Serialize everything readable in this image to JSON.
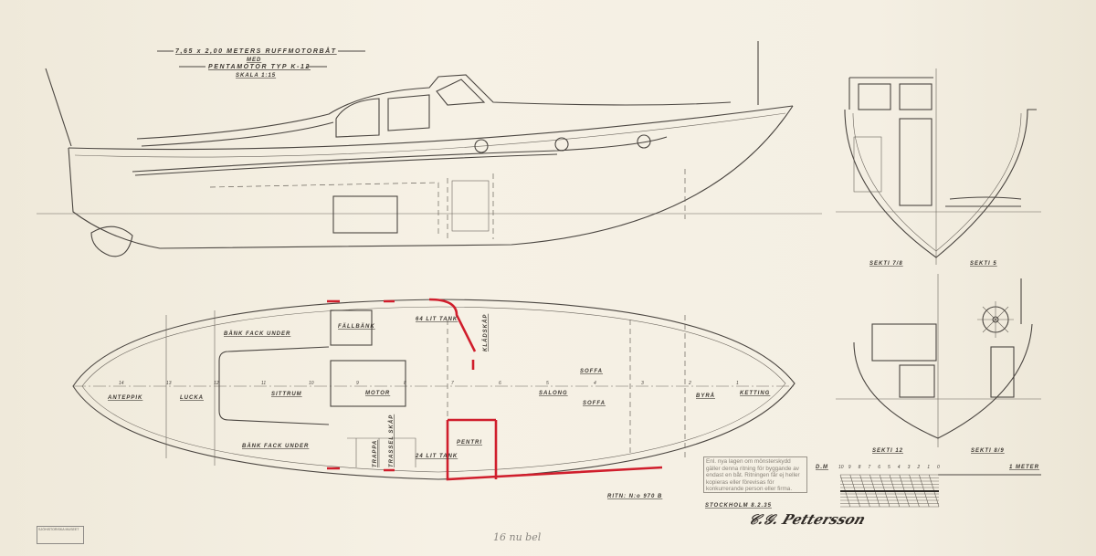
{
  "title": {
    "line1": "7,65 x 2,00 METERS RUFFMOTORBÅT",
    "line2": "MED",
    "line3": "PENTAMOTOR TYP K-12",
    "line4": "SKALA 1:15"
  },
  "plan_labels": {
    "ankarpik": "ANTEPPIK",
    "lucka": "LUCKA",
    "bank_upper": "BÄNK FACK UNDER",
    "bank_lower": "BÄNK FACK UNDER",
    "sittrum": "SITTRUM",
    "motor": "MOTOR",
    "fallbank": "FÄLLBÄNK",
    "tank64": "64 LIT TANK",
    "kladskap": "KLÄDSKÅP",
    "pentri": "PENTRI",
    "trappa": "TRAPPA",
    "trasselskap": "TRASSEL SKÅP",
    "tank24": "24 LIT TANK",
    "soffa_upper": "SOFFA",
    "salong": "SALONG",
    "soffa_lower": "SOFFA",
    "byra": "BYRÅ",
    "ketting": "KETTING"
  },
  "frame_numbers": [
    "14",
    "13",
    "12",
    "11",
    "10",
    "9",
    "8",
    "7",
    "6",
    "5",
    "4",
    "3",
    "2",
    "1"
  ],
  "sections": {
    "s78": "SEKTI 7/8",
    "s5": "SEKTI 5",
    "s12": "SEKTI 12",
    "s89": "SEKTI 8/9"
  },
  "drawing_no": "RITN: N:o 970 B",
  "place_date": "STOCKHOLM 8.2.35",
  "signature": "C.G. Pettersson",
  "stamp": "Enl. nya lagen om mönsterskydd gäller denna ritning för byggande av endast en båt. Ritningen får ej heller kopieras eller förevisas för konkurrerande person eller firma.",
  "scale_bar": {
    "unit_left": "D.M",
    "ticks": [
      "10",
      "9",
      "8",
      "7",
      "6",
      "5",
      "4",
      "3",
      "2",
      "1",
      "0"
    ],
    "unit_right": "1 METER"
  },
  "archive_stamp": "SJÖHISTORISKA MUSEET",
  "pencil_note": "16 nu bel",
  "colors": {
    "paper": "#f3eee1",
    "ink": "#4a4540",
    "red": "#d01e2c"
  }
}
